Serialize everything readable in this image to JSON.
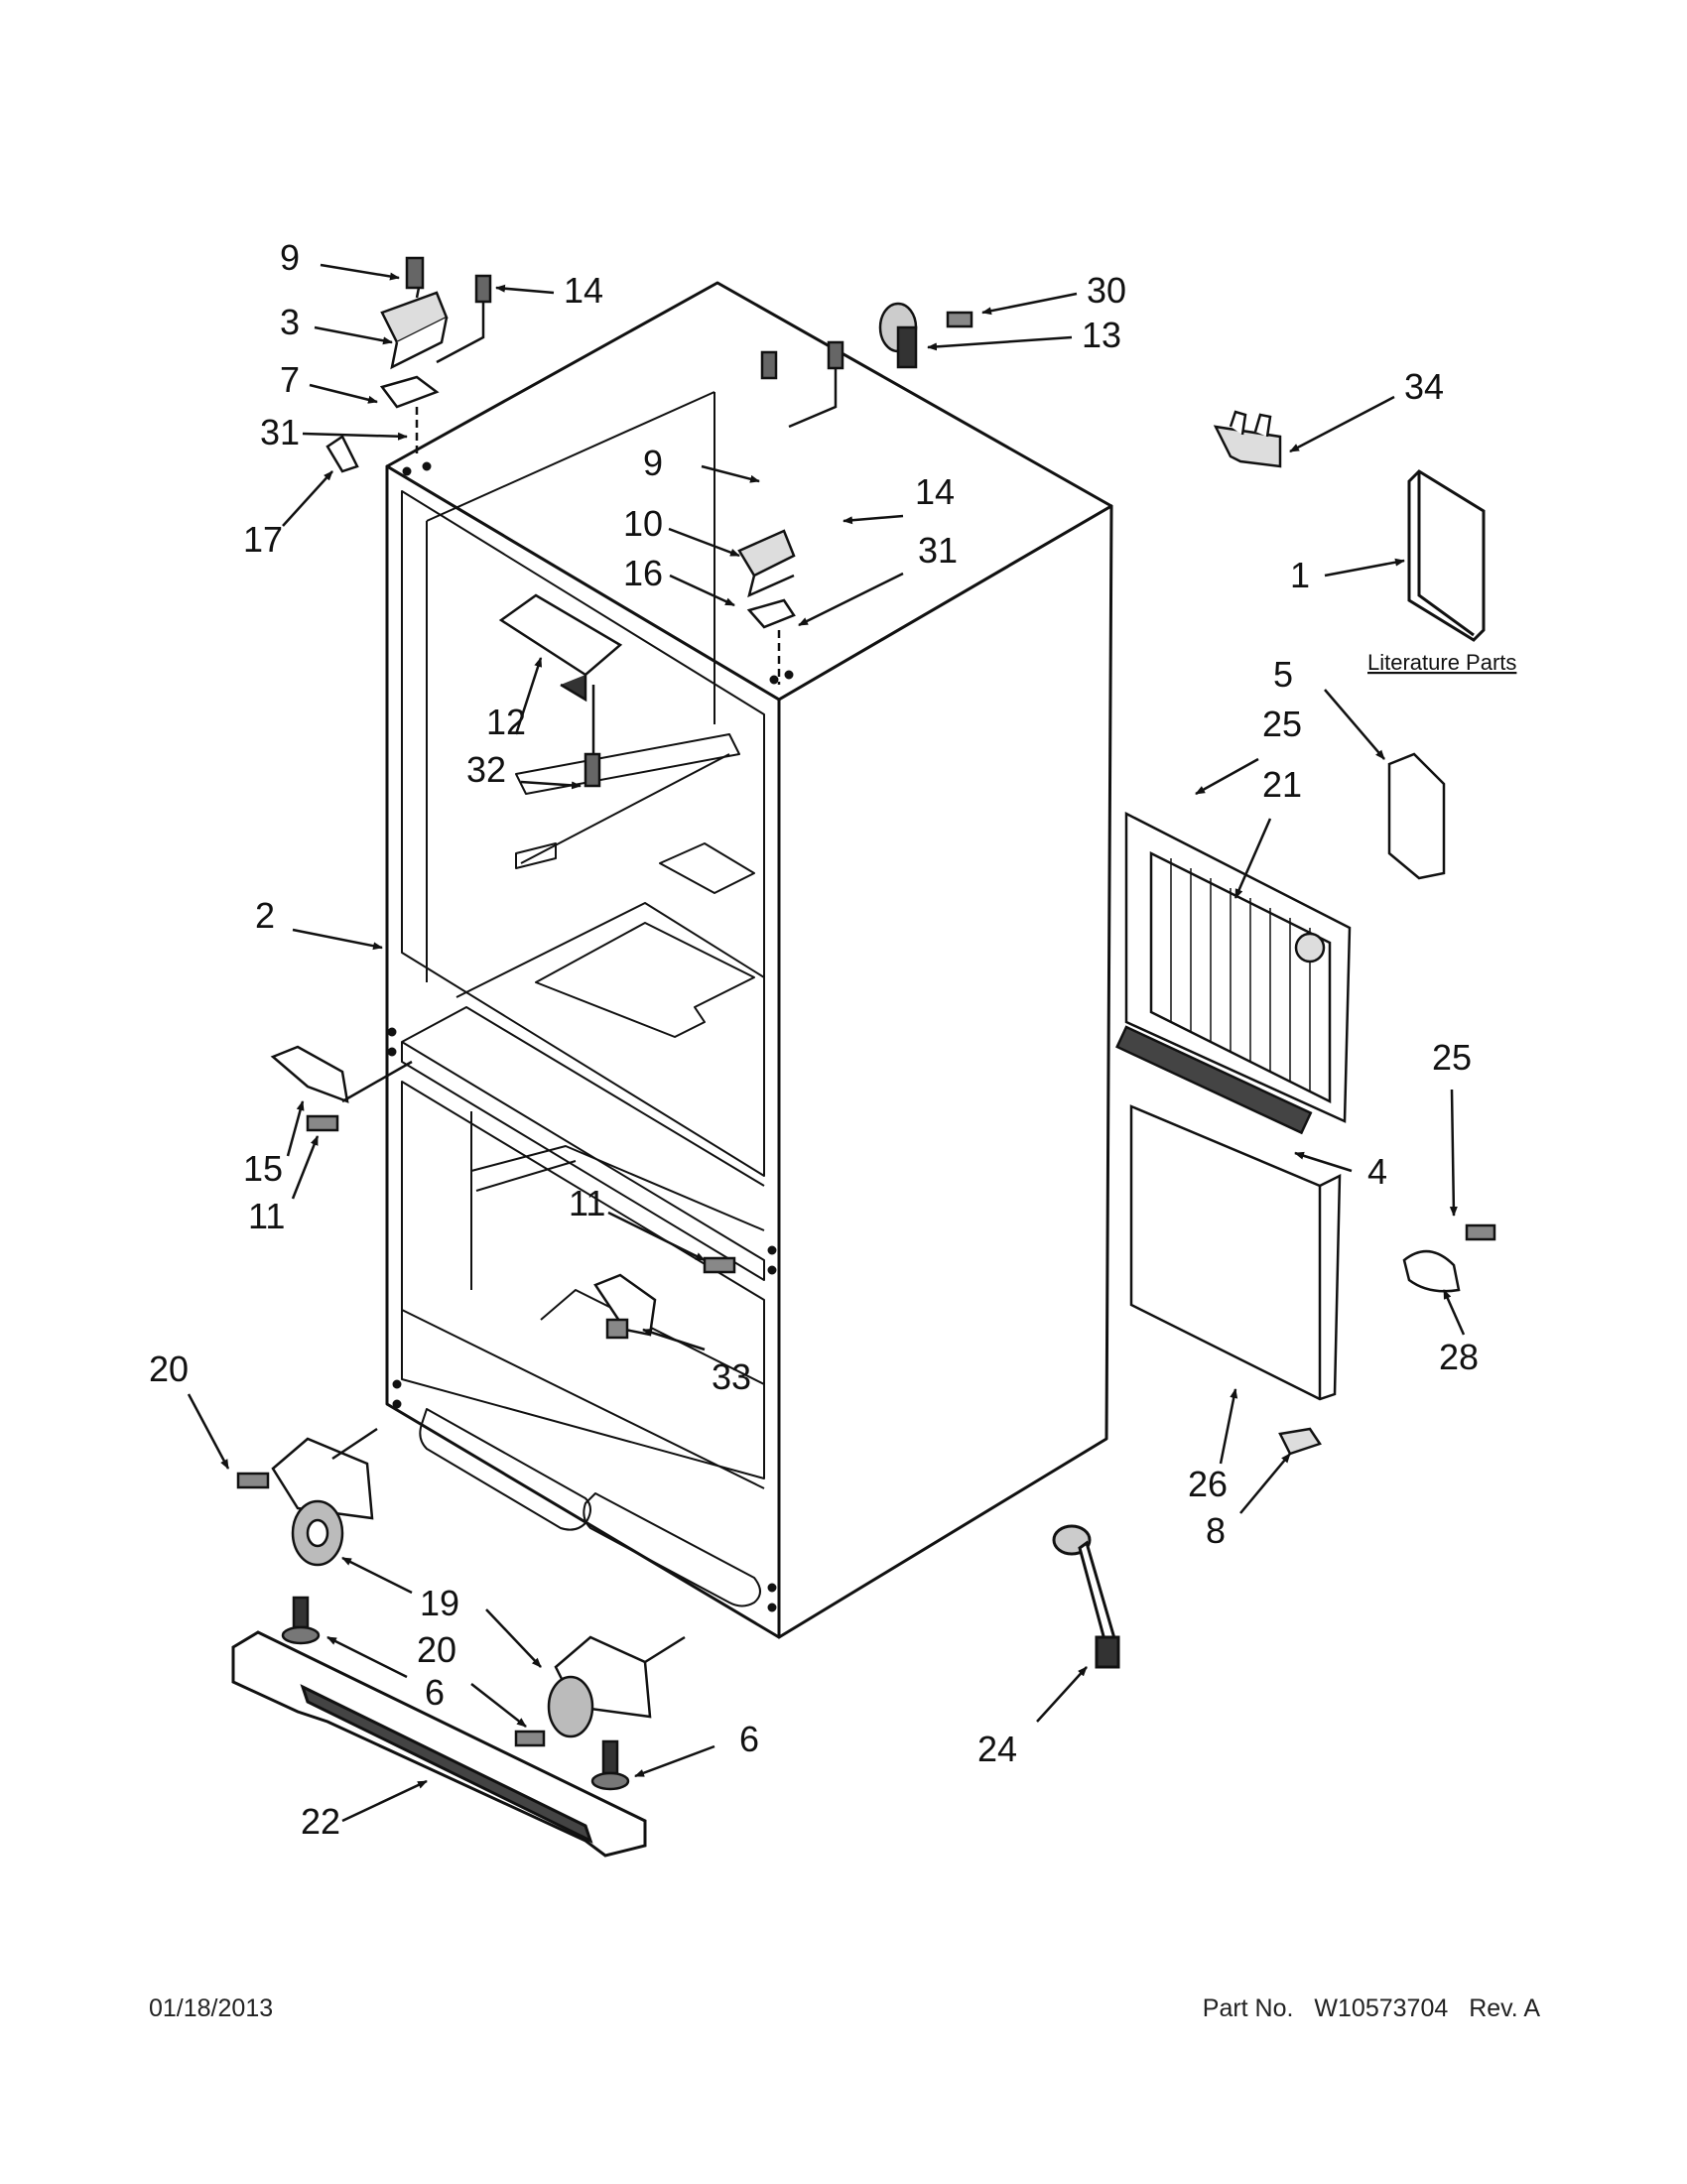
{
  "callouts": {
    "c9a": "9",
    "c14a": "14",
    "c3": "3",
    "c7": "7",
    "c31a": "31",
    "c17": "17",
    "c30": "30",
    "c13": "13",
    "c34": "34",
    "c1": "1",
    "c9b": "9",
    "c14b": "14",
    "c10": "10",
    "c16": "16",
    "c31b": "31",
    "c12": "12",
    "c32": "32",
    "c2": "2",
    "c15": "15",
    "c11a": "11",
    "c11b": "11",
    "c33": "33",
    "c5": "5",
    "c25a": "25",
    "c21": "21",
    "c4": "4",
    "c25b": "25",
    "c28": "28",
    "c26": "26",
    "c8": "8",
    "c20a": "20",
    "c19": "19",
    "c20b": "20",
    "c6a": "6",
    "c6b": "6",
    "c22": "22",
    "c24": "24"
  },
  "literature_label": "Literature Parts",
  "footer": {
    "date": "01/18/2013",
    "part_label": "Part No.",
    "part_number": "W10573704",
    "revision": "Rev.  A"
  }
}
